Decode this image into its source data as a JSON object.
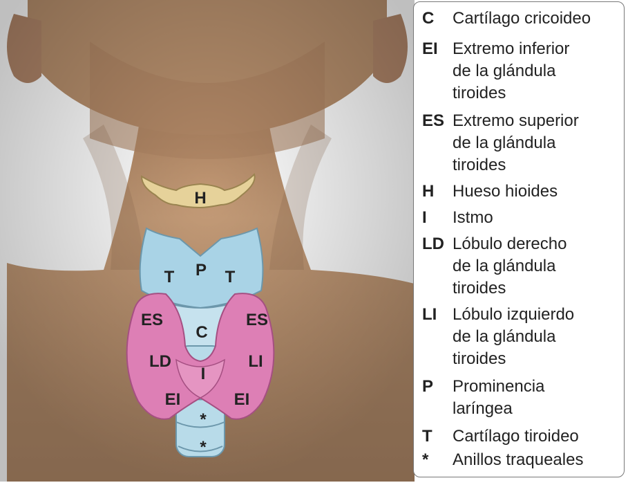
{
  "labels": {
    "hyoid": "H",
    "thyroid_left": "T",
    "thyroid_right": "T",
    "prominence": "P",
    "cricoid": "C",
    "isthmus": "I",
    "sup_pole_right": "ES",
    "sup_pole_left": "ES",
    "lobe_right": "LD",
    "lobe_left": "LI",
    "inf_pole_right": "EI",
    "inf_pole_left": "EI",
    "ring_1": "*",
    "ring_2": "*"
  },
  "legend": [
    {
      "code": "C",
      "text": "Cartílago cricoideo"
    },
    {
      "code": "EI",
      "text": "Extremo inferior\nde la glándula\ntiroides"
    },
    {
      "code": "ES",
      "text": "Extremo superior\nde la glándula\ntiroides"
    },
    {
      "code": "H",
      "text": "Hueso hioides"
    },
    {
      "code": "I",
      "text": "Istmo"
    },
    {
      "code": "LD",
      "text": "Lóbulo derecho\nde la glándula\ntiroides"
    },
    {
      "code": "LI",
      "text": "Lóbulo izquierdo\nde la glándula\ntiroides"
    },
    {
      "code": "P",
      "text": "Prominencia\nlaríngea"
    },
    {
      "code": "T",
      "text": "Cartílago tiroideo"
    },
    {
      "code": "*",
      "text": "Anillos traqueales"
    }
  ],
  "colors": {
    "skin": "#b98e6a",
    "skin_dark": "#8e6a4f",
    "cartilage": "#a9d3e6",
    "gland": "#dd7fb5",
    "bone": "#e6d29a"
  }
}
